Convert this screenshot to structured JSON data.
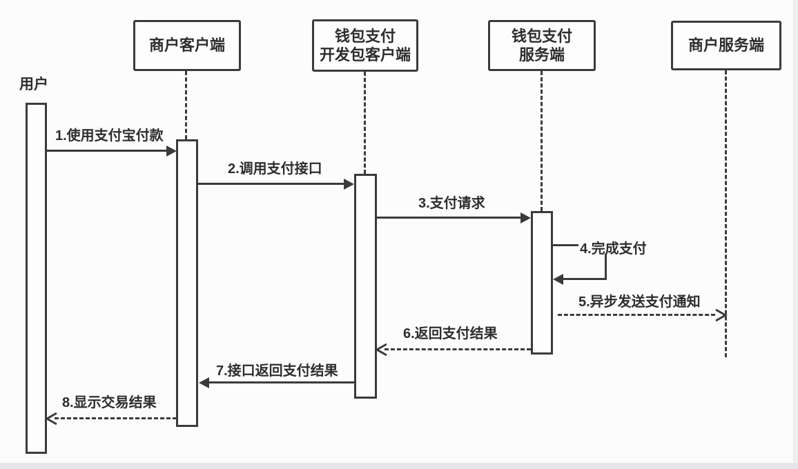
{
  "diagram_type": "uml-sequence-diagram",
  "colors": {
    "line": "#3a3a3a",
    "text": "#2d2d2d",
    "background": "#fcfcfc",
    "edge_band": "#e7e7e9"
  },
  "actors": {
    "user": {
      "label": "用户"
    },
    "merchant_client": {
      "lines": [
        "商户客户端"
      ]
    },
    "sdk_client": {
      "lines": [
        "钱包支付",
        "开发包客户端"
      ]
    },
    "wallet_server": {
      "lines": [
        "钱包支付",
        "服务端"
      ]
    },
    "merchant_server": {
      "lines": [
        "商户服务端"
      ]
    }
  },
  "messages": [
    {
      "num": "1",
      "label": "1.使用支付宝付款",
      "from": "用户",
      "to": "商户客户端",
      "line": "solid",
      "arrow": "filled",
      "direction": "right"
    },
    {
      "num": "2",
      "label": "2.调用支付接口",
      "from": "商户客户端",
      "to": "钱包支付开发包客户端",
      "line": "solid",
      "arrow": "filled",
      "direction": "right"
    },
    {
      "num": "3",
      "label": "3.支付请求",
      "from": "钱包支付开发包客户端",
      "to": "钱包支付服务端",
      "line": "solid",
      "arrow": "filled",
      "direction": "right"
    },
    {
      "num": "4",
      "label": "4.完成支付",
      "from": "钱包支付服务端",
      "to": "钱包支付服务端",
      "line": "solid",
      "arrow": "filled",
      "direction": "self"
    },
    {
      "num": "5",
      "label": "5.异步发送支付通知",
      "from": "钱包支付服务端",
      "to": "商户服务端",
      "line": "dashed",
      "arrow": "open",
      "direction": "right"
    },
    {
      "num": "6",
      "label": "6.返回支付结果",
      "from": "钱包支付服务端",
      "to": "钱包支付开发包客户端",
      "line": "dashed",
      "arrow": "open",
      "direction": "left"
    },
    {
      "num": "7",
      "label": "7.接口返回支付结果",
      "from": "钱包支付开发包客户端",
      "to": "商户客户端",
      "line": "solid",
      "arrow": "filled",
      "direction": "left"
    },
    {
      "num": "8",
      "label": "8.显示交易结果",
      "from": "商户客户端",
      "to": "用户",
      "line": "dashed",
      "arrow": "open",
      "direction": "left"
    }
  ]
}
